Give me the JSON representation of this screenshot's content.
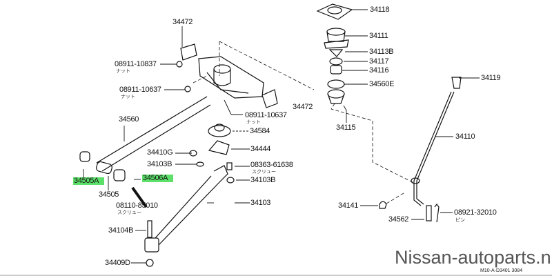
{
  "labels": {
    "p34472_top": "34472",
    "p08911_10837": "08911-10837",
    "nut1": "ナット",
    "p08911_10637_a": "08911-10637",
    "nut2": "ナット",
    "p34560": "34560",
    "p08911_10637_b": "08911-10637",
    "nut3": "ナット",
    "p34472_right": "34472",
    "p34584": "34584",
    "p34410G": "34410G",
    "p34103B_a": "34103B",
    "p34444": "34444",
    "p08363_61638": "08363-61638",
    "screw1": "スクリュー",
    "p34103B_b": "34103B",
    "p34505A": "34505A",
    "p34506A": "34506A",
    "p34505": "34505",
    "p08110_85010": "08110-85010",
    "screw2": "スクリュー",
    "p34103": "34103",
    "p34104B": "34104B",
    "p34409D": "34409D",
    "p34118": "34118",
    "p34111": "34111",
    "p34113B": "34113B",
    "p34117": "34117",
    "p34116": "34116",
    "p34560E": "34560E",
    "p34115": "34115",
    "p34119": "34119",
    "p34110": "34110",
    "p34141": "34141",
    "p34562": "34562",
    "p08921_32010": "08921-32010",
    "pin": "ピン"
  },
  "highlight_color": "#5de06a",
  "watermark": "Nissan-autoparts.nl",
  "diagram_code": "M10-A-D3401 3084"
}
